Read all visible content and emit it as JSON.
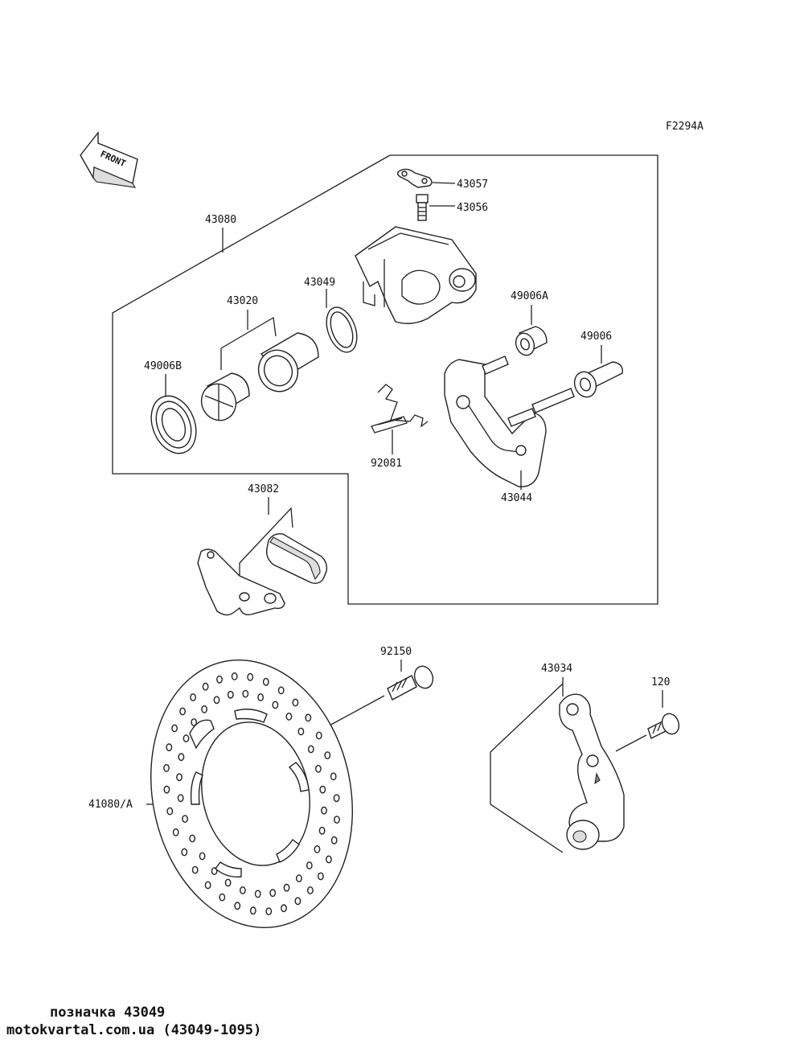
{
  "figure_code": "F2294A",
  "front_label": "FRONT",
  "parts": {
    "p43080": "43080",
    "p43057": "43057",
    "p43056": "43056",
    "p43049": "43049",
    "p43020": "43020",
    "p49006A": "49006A",
    "p49006": "49006",
    "p49006B": "49006B",
    "p92081": "92081",
    "p43044": "43044",
    "p43082": "43082",
    "p92150": "92150",
    "p43034": "43034",
    "p120": "120",
    "p41080A": "41080/A"
  },
  "footer": {
    "line1": "позначка 43049",
    "line2": "motokvartal.com.ua (43049-1095)"
  }
}
